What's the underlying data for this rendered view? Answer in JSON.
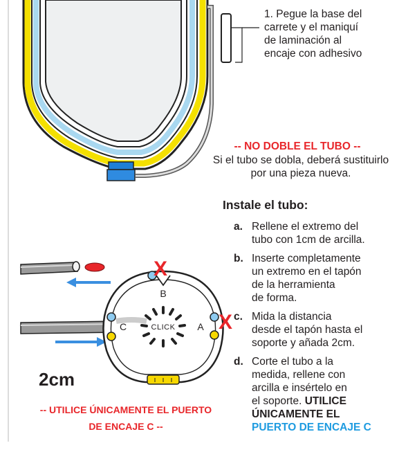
{
  "step1": {
    "lines": [
      "1. Pegue la base del",
      "carrete y el maniquí",
      "de laminación al",
      "encaje con adhesivo"
    ]
  },
  "warning": {
    "title": "-- NO DOBLE EL TUBO  --",
    "text_line1": "Si el tubo se dobla, deberá sustituirlo",
    "text_line2": "por una pieza nueva."
  },
  "install": {
    "title": "Instale el tubo:",
    "steps": [
      {
        "letter": "a.",
        "lines": [
          "Rellene el extremo del",
          "tubo con 1cm de arcilla."
        ]
      },
      {
        "letter": "b.",
        "lines": [
          "Inserte completamente",
          "un extremo en el tapón",
          "de la herramienta",
          "de forma."
        ]
      },
      {
        "letter": "c.",
        "lines": [
          "Mida la distancia",
          "desde el tapón hasta el",
          "soporte y añada 2cm."
        ]
      },
      {
        "letter": "d.",
        "lines": [
          "Corte el tubo a la",
          "medida, rellene con",
          "arcilla e insértelo en"
        ],
        "tail_plain": "el soporte. ",
        "tail_bold": [
          "UTILICE",
          "ÚNICAMENTE EL"
        ],
        "tail_blue": "PUERTO DE ENCAJE C"
      }
    ]
  },
  "diagram": {
    "port_b": "B",
    "port_c": "C",
    "port_a": "A",
    "click_label": "CLICK",
    "x_mark": "X",
    "measure_label": "2cm",
    "port_note_line1": "-- UTILICE ÚNICAMENTE EL PUERTO",
    "port_note_line2": "DE ENCAJE C  --"
  },
  "colors": {
    "warning_red": "#e8262a",
    "accent_blue": "#1e9be0",
    "tube_yellow": "#f4e000",
    "tube_lightblue": "#a9d8f0",
    "connector_blue": "#1f7fd6",
    "port_yellow": "#f7d800"
  }
}
